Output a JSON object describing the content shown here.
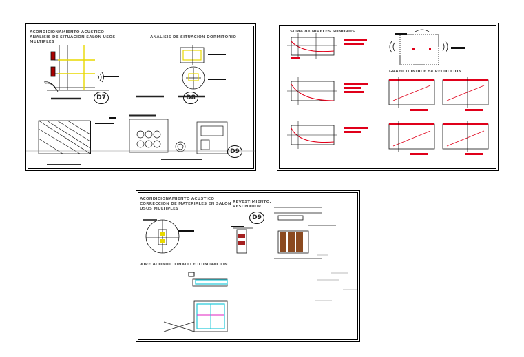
{
  "sheet1": {
    "title": "ACONDICIONAMIENTO ACUSTICO\nANALISIS DE SITUACION SALON USOS\nMULTIPLES",
    "title2": "ANALISIS DE SITUACION DORMITORIO",
    "detail_a": "D7",
    "detail_b": "D8",
    "detail_c": "D9"
  },
  "sheet2": {
    "title": "SUMA de NIVELES SONOROS.",
    "title2": "GRAFICO INDICE de REDUCCION."
  },
  "sheet3": {
    "title": "ACONDICIONAMIENTO ACUSTICO\nCORRECCION DE MATERIALES EN SALON\nUSOS MULTIPLES",
    "title2": "REVESTIMIENTO.\nRESONADOR.",
    "detail": "D9",
    "title3": "AIRE ACONDICIONADO E ILUMINACION"
  },
  "colors": {
    "accent_red": "#e0001a",
    "drawing": "#111111",
    "highlight": "#e8d800",
    "cyan": "#20c8d8",
    "magenta": "#e020c0"
  }
}
